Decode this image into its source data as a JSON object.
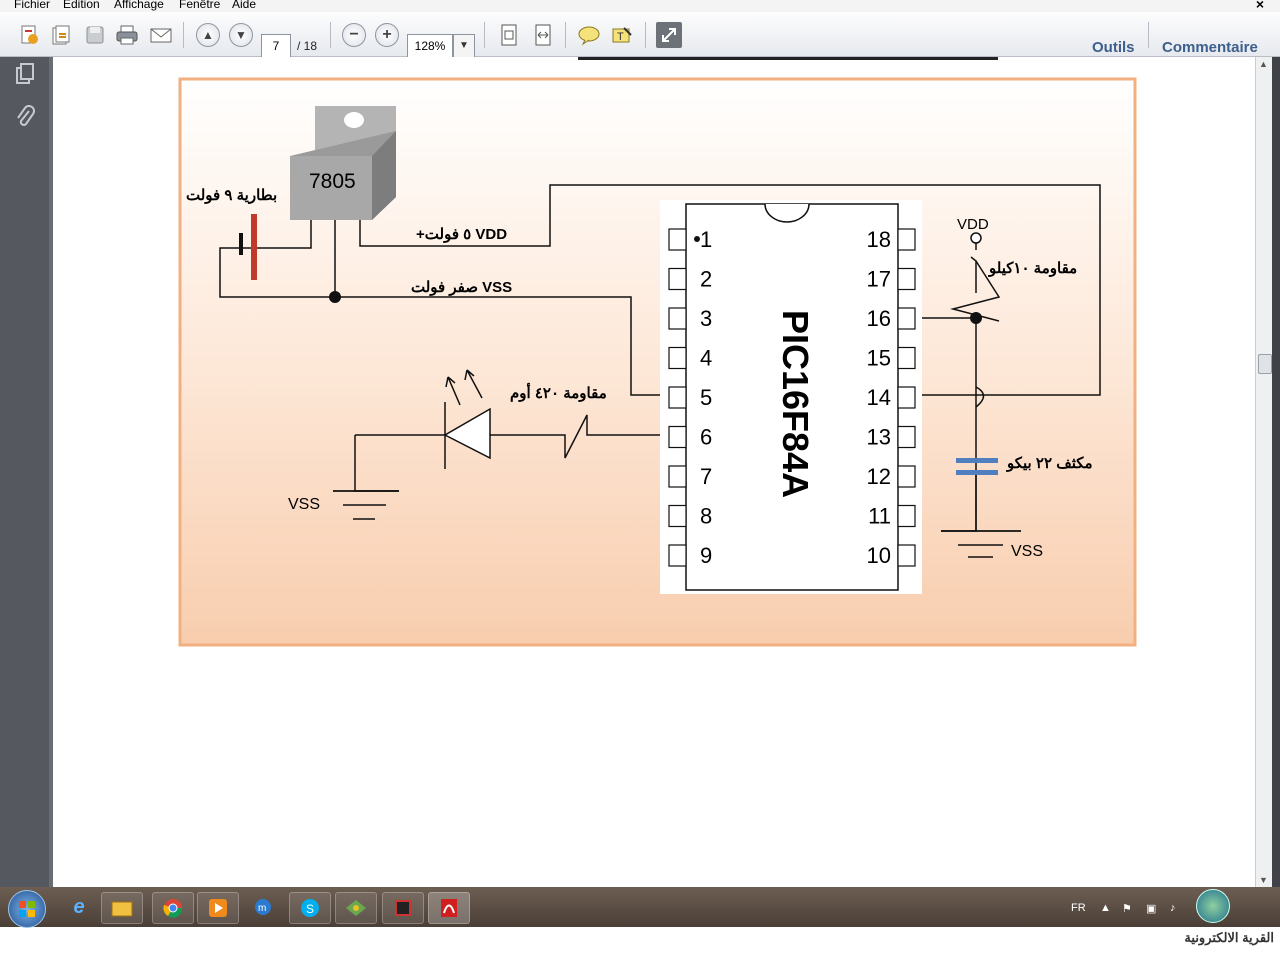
{
  "menu": {
    "items": [
      "Fichier",
      "Edition",
      "Affichage",
      "Fenêtre",
      "Aide"
    ]
  },
  "toolbar": {
    "page_current": "7",
    "page_total": "/ 18",
    "zoom": "128%",
    "tools_label": "Outils",
    "comment_label": "Commentaire"
  },
  "icons": [
    "create-pdf-icon",
    "edit-icon",
    "save-icon",
    "print-icon",
    "email-icon",
    "prev-page-icon",
    "next-page-icon",
    "zoom-out-icon",
    "zoom-in-icon",
    "fit-page-icon",
    "fit-width-icon",
    "comment-icon",
    "highlight-icon",
    "fullscreen-icon",
    "pages-icon",
    "attachment-icon"
  ],
  "schematic": {
    "regulator": "7805",
    "battery_label": "بطارية ٩ فولت",
    "vdd_label": "+٥ فولت VDD",
    "vss_label": "صفر فولت VSS",
    "chip": "PIC16F84A",
    "pins_left": [
      "1",
      "2",
      "3",
      "4",
      "5",
      "6",
      "7",
      "8",
      "9"
    ],
    "pins_right": [
      "18",
      "17",
      "16",
      "15",
      "14",
      "13",
      "12",
      "11",
      "10"
    ],
    "res10k_label": "مقاومة ١٠كيلو",
    "vdd_small": "VDD",
    "res420_label": "مقاومة ٤٢٠ أوم",
    "cap_label": "مكثف ٢٢ بيكو",
    "vss_left": "VSS",
    "vss_right": "VSS"
  },
  "taskbar": {
    "lang": "FR"
  },
  "footer": {
    "watermark": "القرية الالكترونية"
  }
}
